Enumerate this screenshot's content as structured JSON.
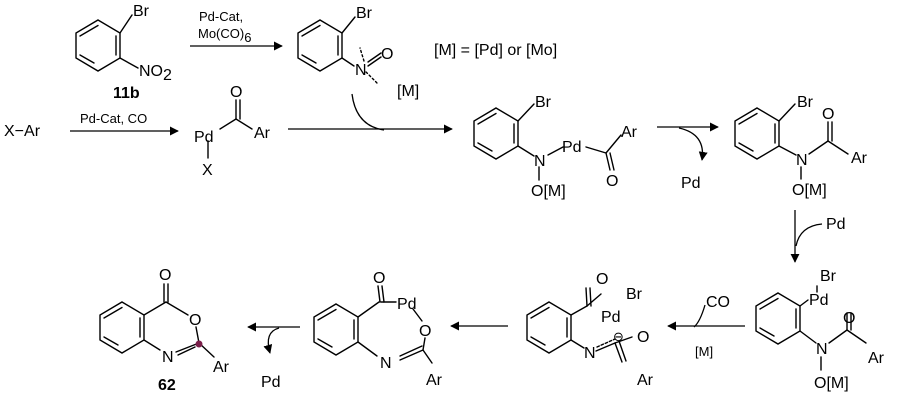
{
  "colors": {
    "ink": "#000000",
    "highlight_dot": "#7a1f4a"
  },
  "atoms": {
    "br": "Br",
    "o": "O",
    "n": "N",
    "pd": "Pd",
    "ar": "Ar",
    "x": "X",
    "no2_main": "NO",
    "no2_sub": "2",
    "om": "O[M]",
    "m": "[M]",
    "x_ar": "X−Ar",
    "minus": "⊖"
  },
  "labels": {
    "compound_11b": "11b",
    "compound_62": "62",
    "metal_def": "[M] = [Pd] or [Mo]"
  },
  "arrows": {
    "a1_line1": "Pd-Cat,",
    "a1_line2_main": "Mo(CO)",
    "a1_line2_sub": "6",
    "a2": "Pd-Cat, CO",
    "pd_out_1": "Pd",
    "pd_in": "Pd",
    "co_in": "CO",
    "m_below": "[M]",
    "pd_out_2": "Pd"
  }
}
